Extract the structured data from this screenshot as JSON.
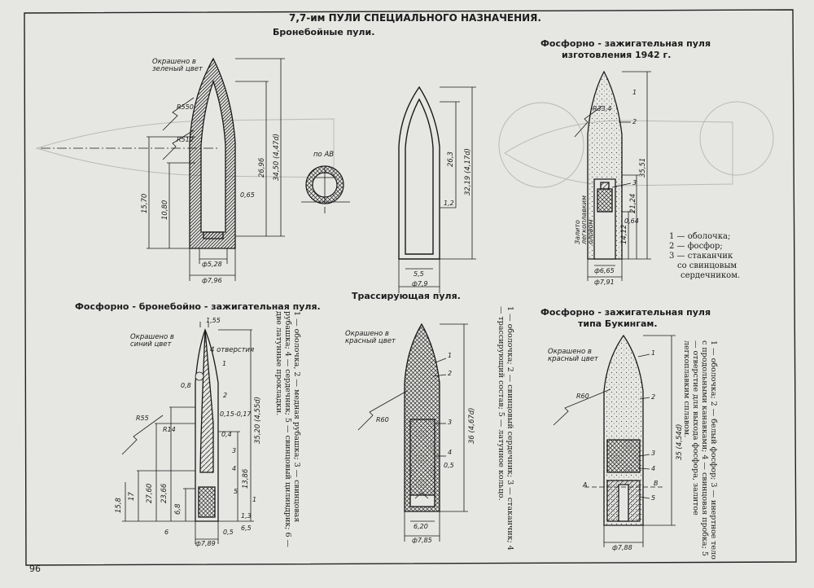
{
  "title": "7,7-им ПУЛИ СПЕЦИАЛЬНОГО НАЗНАЧЕНИЯ.",
  "page_number": "96",
  "sections": {
    "armor_piercing": {
      "title": "Бронебойные пули.",
      "note": "Окрашено в зеленый цвет",
      "radius_1": "R550",
      "radius_2": "R512",
      "dims": {
        "d1": "15,70",
        "d2": "10,80",
        "d3": "26,96",
        "d4": "34,50 (4,47d)",
        "d5": "0,65",
        "d6": "ф5,28",
        "d7": "ф7,96"
      },
      "section_label": "по АВ"
    },
    "plain": {
      "dims": {
        "d1": "26,3",
        "d2": "32,19 (4,17d)",
        "d3": "1,2",
        "d4": "5,5",
        "d5": "ф7,9"
      }
    },
    "incendiary_1942": {
      "title_line1": "Фосфорно - зажигательная пуля",
      "title_line2": "изготовления 1942 г.",
      "radius": "R33,4",
      "side_note": "Залито легкоплавким оловом",
      "parts": [
        "1",
        "2",
        "3"
      ],
      "dims": {
        "d1": "35,51",
        "d2": "21,24",
        "d3": "14,12",
        "d4": "0,64",
        "d5": "ф6,65",
        "d6": "ф7,91"
      },
      "legend": [
        "1 — оболочка;",
        "2 — фосфор;",
        "3 — стаканчик",
        "со свинцовым",
        "сердечником."
      ]
    },
    "ap_incendiary": {
      "title": "Фосфорно - бронебойно - зажигательная пуля.",
      "note": "Окрашено в синий цвет",
      "holes": "4 отверстия",
      "radius_1": "R55",
      "radius_2": "R14",
      "parts": [
        "1",
        "2",
        "3",
        "4",
        "5",
        "6"
      ],
      "dims": {
        "d1": "1,55",
        "d2": "0,8",
        "d3": "0,15-0,17",
        "d4": "0,4",
        "d5": "13,86",
        "d6": "35,20 (4,55d)",
        "d7": "27,60",
        "d8": "23,66",
        "d9": "17",
        "d10": "15,8",
        "d11": "6,8",
        "d12": "ф7,89",
        "d13": "0,5",
        "d14": "1,3",
        "d15": "6,5",
        "d16": "1"
      },
      "legend": "1 — оболочка, 2 — медная рубашка; 3 — свинцовая рубашка; 4 — сердечник; 5 — свинцовый цилиндрик; 6 — две латунные прокладки."
    },
    "tracer": {
      "title": "Трассирующая пуля.",
      "note": "Окрашено в красный цвет",
      "radius": "R60",
      "parts": [
        "1",
        "2",
        "3",
        "4"
      ],
      "dims": {
        "d1": "36 (4,67d)",
        "d2": "0,5",
        "d3": "6,20",
        "d4": "ф7,85"
      },
      "legend": "1 — оболочка; 2 — свинцовый сердечник; 3 — стаканчик; 4 — трассирующий состав; 5 — латунное кольцо."
    },
    "buckingham": {
      "title_line1": "Фосфорно - зажигательная пуля",
      "title_line2": "типа Букингам.",
      "note": "Окрашено в красный цвет",
      "radius": "R60",
      "parts": [
        "1",
        "2",
        "3",
        "4",
        "5"
      ],
      "section_marks": [
        "A",
        "B"
      ],
      "dims": {
        "d1": "35 (4,54d)",
        "d2": "ф7,88"
      },
      "legend": "1 — оболочка; 2 — белый фосфор; 3 — инертное тело с продольными канавками; 4 — свинцовая пробка; 5 — отверстие для выхода фосфора, залитое легкоплавким сплавом."
    }
  }
}
